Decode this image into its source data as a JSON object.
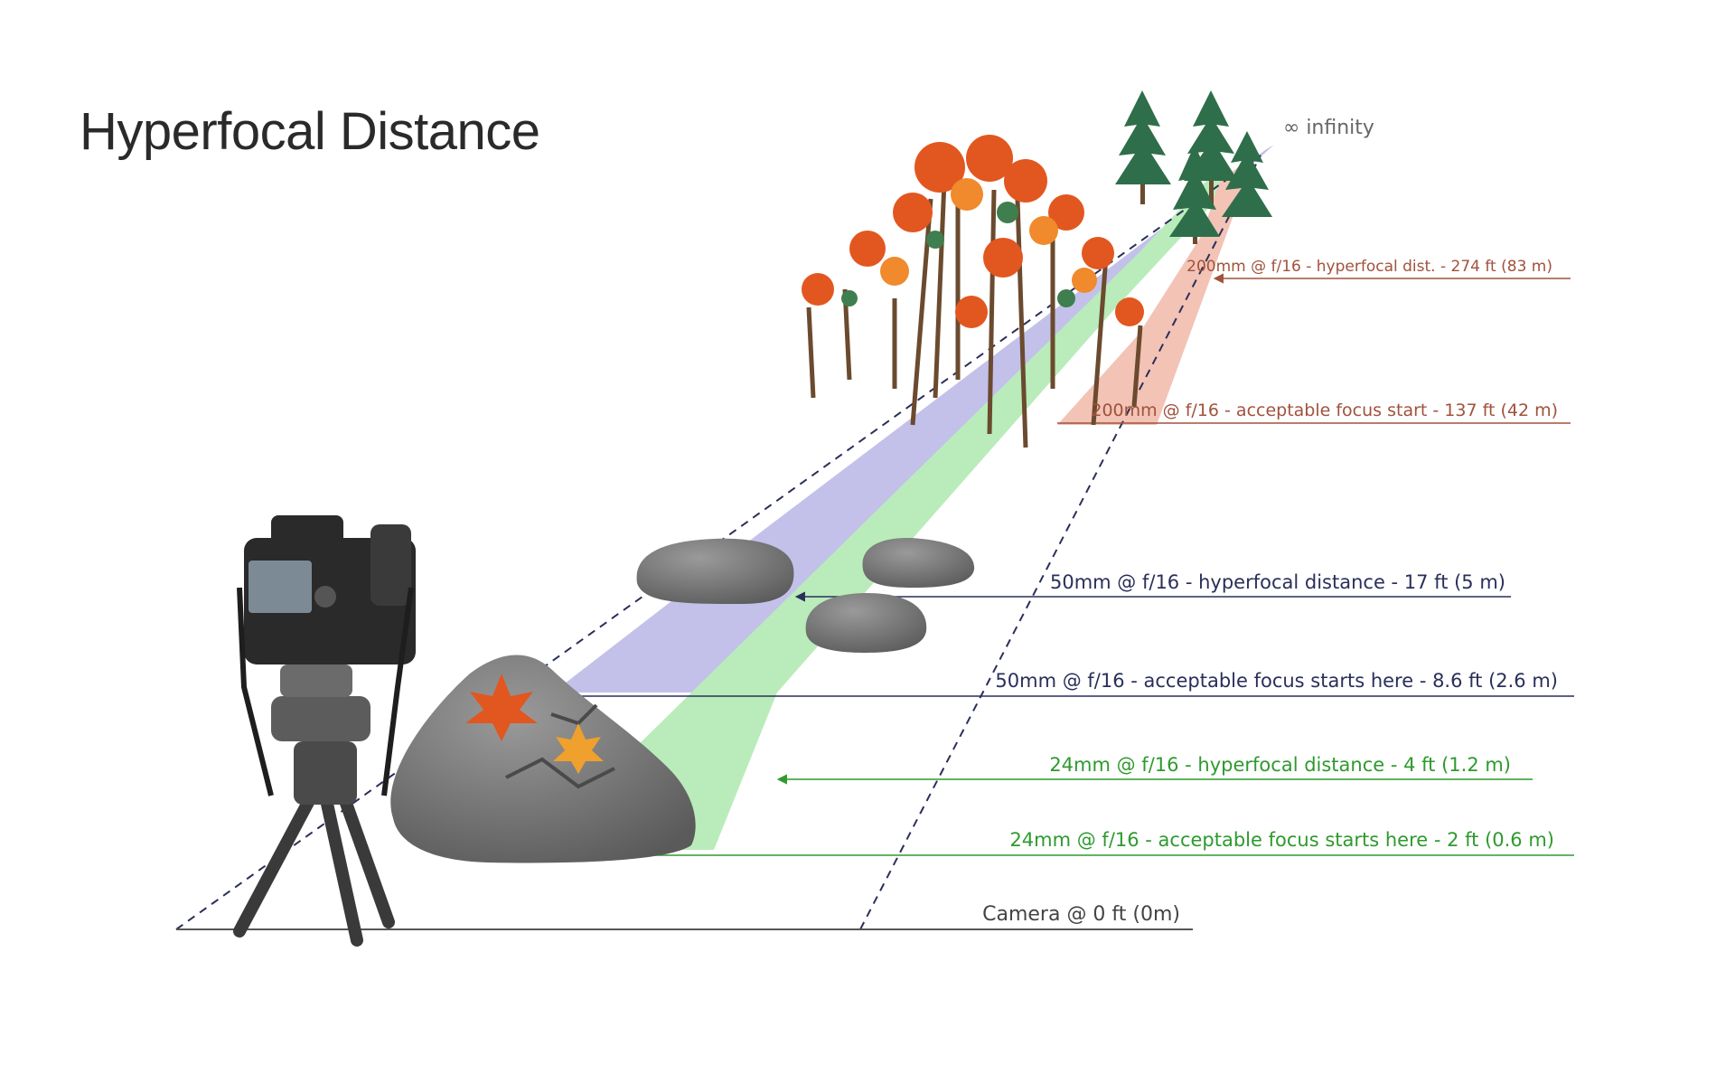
{
  "title": "Hyperfocal Distance",
  "infinity_label": "∞ infinity",
  "annotations": [
    {
      "id": "tele-hyperfocal",
      "text": "200mm @ f/16 - hyperfocal dist. - 274 ft (83 m)",
      "color": "#a0523c"
    },
    {
      "id": "tele-focus-start",
      "text": "200mm @ f/16 - acceptable focus start - 137 ft (42 m)",
      "color": "#a0523c"
    },
    {
      "id": "normal-hyperfocal",
      "text": "50mm @ f/16 - hyperfocal distance - 17 ft (5 m)",
      "color": "#2a2f5a"
    },
    {
      "id": "normal-focus-start",
      "text": "50mm @ f/16 - acceptable focus starts here - 8.6 ft (2.6 m)",
      "color": "#2a2f5a"
    },
    {
      "id": "wide-hyperfocal",
      "text": "24mm @ f/16 - hyperfocal distance - 4 ft (1.2 m)",
      "color": "#2e9a2e"
    },
    {
      "id": "wide-focus-start",
      "text": "24mm @ f/16 - acceptable focus starts here - 2 ft (0.6 m)",
      "color": "#2e9a2e"
    },
    {
      "id": "camera-origin",
      "text": "Camera @ 0 ft (0m)",
      "color": "#444444"
    }
  ],
  "colors": {
    "band_50mm": "#c3c1ea",
    "band_24mm": "#b9ecba",
    "band_200mm": "#f3c3b6"
  },
  "icons": [
    "camera-on-tripod",
    "rock",
    "autumn-tree",
    "pine-tree",
    "maple-leaf"
  ]
}
